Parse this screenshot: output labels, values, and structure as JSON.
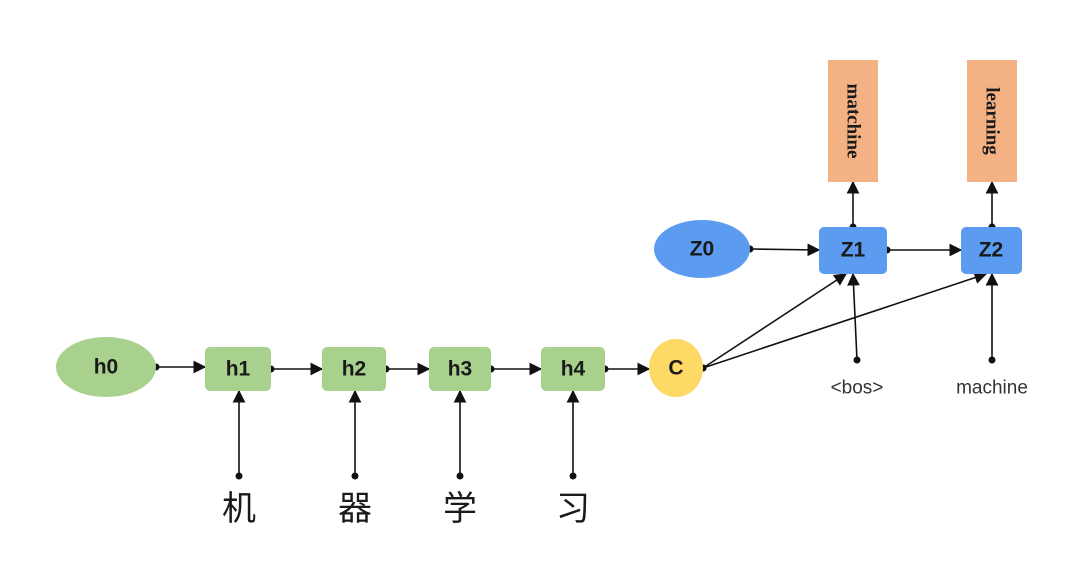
{
  "colors": {
    "encoder_node": "#a9d18e",
    "decoder_node": "#5b9bf0",
    "context_node": "#ffd966",
    "output_node": "#f4b183",
    "edge": "#111111"
  },
  "encoder": {
    "initial": "h0",
    "hidden": [
      "h1",
      "h2",
      "h3",
      "h4"
    ],
    "inputs": [
      "机",
      "器",
      "学",
      "习"
    ]
  },
  "context": {
    "label": "C"
  },
  "decoder": {
    "initial": "Z0",
    "hidden": [
      "Z1",
      "Z2"
    ],
    "inputs": [
      "<bos>",
      "machine"
    ],
    "outputs": [
      "matchine",
      "learning"
    ]
  }
}
